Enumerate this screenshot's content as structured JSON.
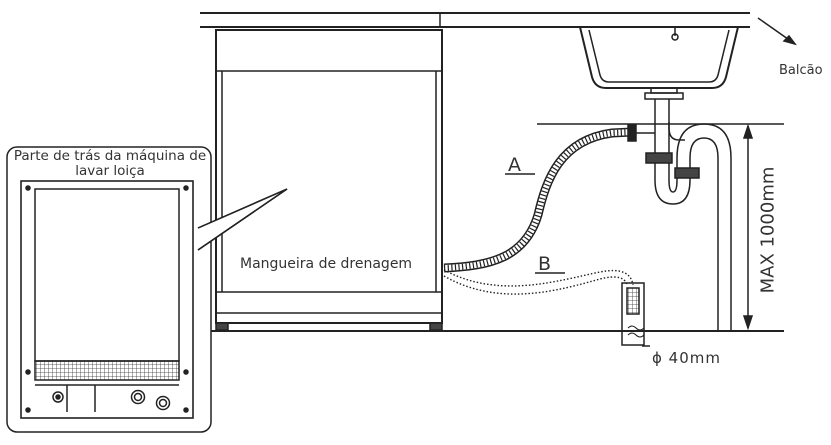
{
  "labels": {
    "counter": "Balcão",
    "back_title": "Parte de trás da máquina de lavar loiça",
    "drain_hose": "Mangueira de drenagem",
    "hose_a": "A",
    "hose_b": "B",
    "diameter": "ϕ 40mm",
    "max_height": "MAX 1000mm"
  }
}
